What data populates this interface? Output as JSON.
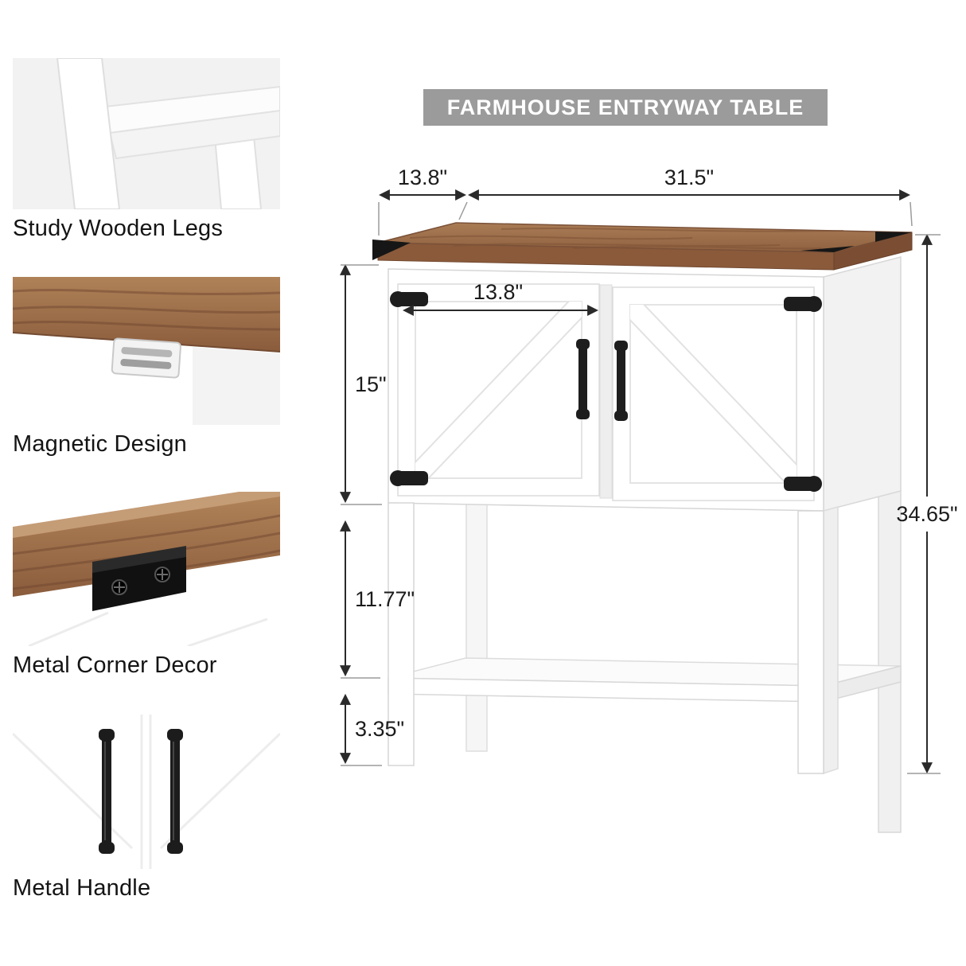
{
  "title": "FARMHOUSE ENTRYWAY TABLE",
  "features": [
    {
      "label": "Study Wooden Legs"
    },
    {
      "label": "Magnetic Design"
    },
    {
      "label": "Metal Corner Decor"
    },
    {
      "label": "Metal Handle"
    }
  ],
  "dimensions": {
    "top_depth": "13.8\"",
    "top_width": "31.5\"",
    "door_width": "13.8\"",
    "cabinet_height": "15\"",
    "open_space_height": "11.77\"",
    "shelf_height": "3.35\"",
    "total_height": "34.65\""
  },
  "colors": {
    "banner_bg": "#9b9b9b",
    "banner_text": "#ffffff",
    "wood": "#9a6c47",
    "hardware": "#1e1e1e",
    "body_white": "#ffffff",
    "dimension_line": "#2a2a2a"
  }
}
